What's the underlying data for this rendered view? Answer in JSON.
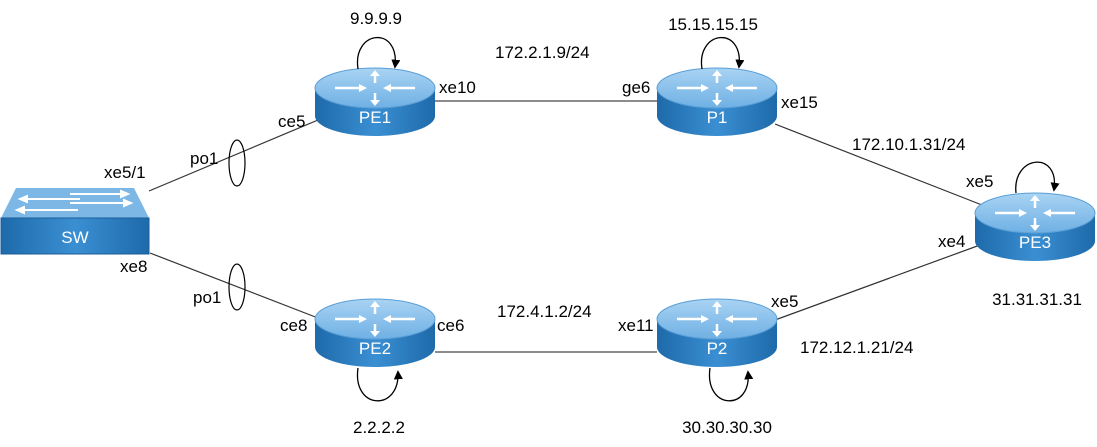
{
  "nodes": {
    "sw": {
      "name": "SW",
      "icon": "switch-icon"
    },
    "pe1": {
      "name": "PE1",
      "loopback": "9.9.9.9",
      "icon": "router-icon"
    },
    "p1": {
      "name": "P1",
      "loopback": "15.15.15.15",
      "icon": "router-icon"
    },
    "pe3": {
      "name": "PE3",
      "loopback": "31.31.31.31",
      "icon": "router-icon"
    },
    "pe2": {
      "name": "PE2",
      "loopback": "2.2.2.2",
      "icon": "router-icon"
    },
    "p2": {
      "name": "P2",
      "loopback": "30.30.30.30",
      "icon": "router-icon"
    }
  },
  "interfaces": {
    "sw_up": "xe5/1",
    "sw_down": "xe8",
    "po_up": "po1",
    "po_down": "po1",
    "pe1_sw": "ce5",
    "pe1_p1": "xe10",
    "p1_pe1": "ge6",
    "p1_pe3": "xe15",
    "pe3_p1": "xe5",
    "pe3_p2": "xe4",
    "pe2_sw": "ce8",
    "pe2_p2": "ce6",
    "p2_pe2": "xe11",
    "p2_pe3": "xe5"
  },
  "subnets": {
    "pe1_p1": "172.2.1.9/24",
    "p1_pe3": "172.10.1.31/24",
    "pe2_p2": "172.4.1.2/24",
    "p2_pe3": "172.12.1.21/24"
  },
  "colors": {
    "device_top": "#8ec3ec",
    "device_body": "#2a7bc0",
    "device_dark": "#1a5d99"
  }
}
